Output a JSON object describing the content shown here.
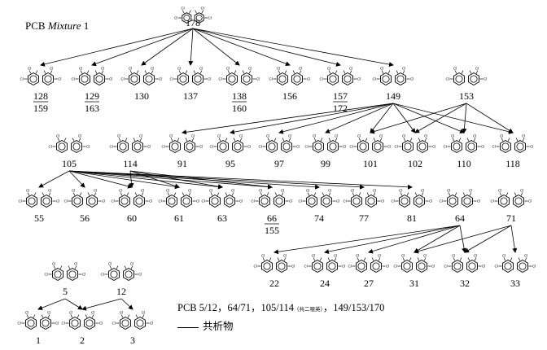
{
  "title": {
    "prefix": "PCB ",
    "italic": "Mixture",
    "suffix": " 1"
  },
  "molecules": [
    {
      "id": "178",
      "label": "178",
      "sub": ""
    },
    {
      "id": "128",
      "label": "128",
      "sub": "159"
    },
    {
      "id": "129",
      "label": "129",
      "sub": "163"
    },
    {
      "id": "130",
      "label": "130",
      "sub": ""
    },
    {
      "id": "137",
      "label": "137",
      "sub": ""
    },
    {
      "id": "138",
      "label": "138",
      "sub": "160"
    },
    {
      "id": "156",
      "label": "156",
      "sub": ""
    },
    {
      "id": "157",
      "label": "157",
      "sub": "172"
    },
    {
      "id": "149",
      "label": "149",
      "sub": ""
    },
    {
      "id": "153",
      "label": "153",
      "sub": ""
    },
    {
      "id": "105",
      "label": "105",
      "sub": ""
    },
    {
      "id": "114",
      "label": "114",
      "sub": ""
    },
    {
      "id": "91",
      "label": "91",
      "sub": ""
    },
    {
      "id": "95",
      "label": "95",
      "sub": ""
    },
    {
      "id": "97",
      "label": "97",
      "sub": ""
    },
    {
      "id": "99",
      "label": "99",
      "sub": ""
    },
    {
      "id": "101",
      "label": "101",
      "sub": ""
    },
    {
      "id": "102",
      "label": "102",
      "sub": ""
    },
    {
      "id": "110",
      "label": "110",
      "sub": ""
    },
    {
      "id": "118",
      "label": "118",
      "sub": ""
    },
    {
      "id": "55",
      "label": "55",
      "sub": ""
    },
    {
      "id": "56",
      "label": "56",
      "sub": ""
    },
    {
      "id": "60",
      "label": "60",
      "sub": ""
    },
    {
      "id": "61",
      "label": "61",
      "sub": ""
    },
    {
      "id": "63",
      "label": "63",
      "sub": ""
    },
    {
      "id": "66",
      "label": "66",
      "sub": "155"
    },
    {
      "id": "74",
      "label": "74",
      "sub": ""
    },
    {
      "id": "77",
      "label": "77",
      "sub": ""
    },
    {
      "id": "81",
      "label": "81",
      "sub": ""
    },
    {
      "id": "64",
      "label": "64",
      "sub": ""
    },
    {
      "id": "71",
      "label": "71",
      "sub": ""
    },
    {
      "id": "22",
      "label": "22",
      "sub": ""
    },
    {
      "id": "24",
      "label": "24",
      "sub": ""
    },
    {
      "id": "27",
      "label": "27",
      "sub": ""
    },
    {
      "id": "31",
      "label": "31",
      "sub": ""
    },
    {
      "id": "32",
      "label": "32",
      "sub": ""
    },
    {
      "id": "33",
      "label": "33",
      "sub": ""
    },
    {
      "id": "5",
      "label": "5",
      "sub": ""
    },
    {
      "id": "12",
      "label": "12",
      "sub": ""
    },
    {
      "id": "1",
      "label": "1",
      "sub": ""
    },
    {
      "id": "2",
      "label": "2",
      "sub": ""
    },
    {
      "id": "3",
      "label": "3",
      "sub": ""
    }
  ],
  "edges": [
    [
      "178",
      "128"
    ],
    [
      "178",
      "129"
    ],
    [
      "178",
      "130"
    ],
    [
      "178",
      "137"
    ],
    [
      "178",
      "138"
    ],
    [
      "178",
      "156"
    ],
    [
      "178",
      "157"
    ],
    [
      "178",
      "149"
    ],
    [
      "149",
      "91"
    ],
    [
      "149",
      "95"
    ],
    [
      "149",
      "97"
    ],
    [
      "149",
      "99"
    ],
    [
      "149",
      "101"
    ],
    [
      "149",
      "102"
    ],
    [
      "149",
      "110"
    ],
    [
      "149",
      "118"
    ],
    [
      "153",
      "101"
    ],
    [
      "153",
      "102"
    ],
    [
      "153",
      "110"
    ],
    [
      "153",
      "118"
    ],
    [
      "105",
      "55"
    ],
    [
      "105",
      "56"
    ],
    [
      "105",
      "60"
    ],
    [
      "105",
      "61"
    ],
    [
      "105",
      "63"
    ],
    [
      "105",
      "66"
    ],
    [
      "105",
      "74"
    ],
    [
      "105",
      "77"
    ],
    [
      "105",
      "81"
    ],
    [
      "114",
      "60"
    ],
    [
      "114",
      "61"
    ],
    [
      "114",
      "63"
    ],
    [
      "114",
      "66"
    ],
    [
      "64",
      "22"
    ],
    [
      "64",
      "24"
    ],
    [
      "64",
      "27"
    ],
    [
      "64",
      "31"
    ],
    [
      "64",
      "32"
    ],
    [
      "71",
      "31"
    ],
    [
      "71",
      "32"
    ],
    [
      "71",
      "33"
    ],
    [
      "5",
      "1"
    ],
    [
      "5",
      "2"
    ],
    [
      "12",
      "2"
    ],
    [
      "12",
      "3"
    ]
  ],
  "cl_symbol": "Cl",
  "note": {
    "main": "PCB 5/12，64/71，105/114",
    "small": "（共二噁英）",
    "tail": "，149/153/170"
  },
  "legend": {
    "label": "共析物"
  }
}
